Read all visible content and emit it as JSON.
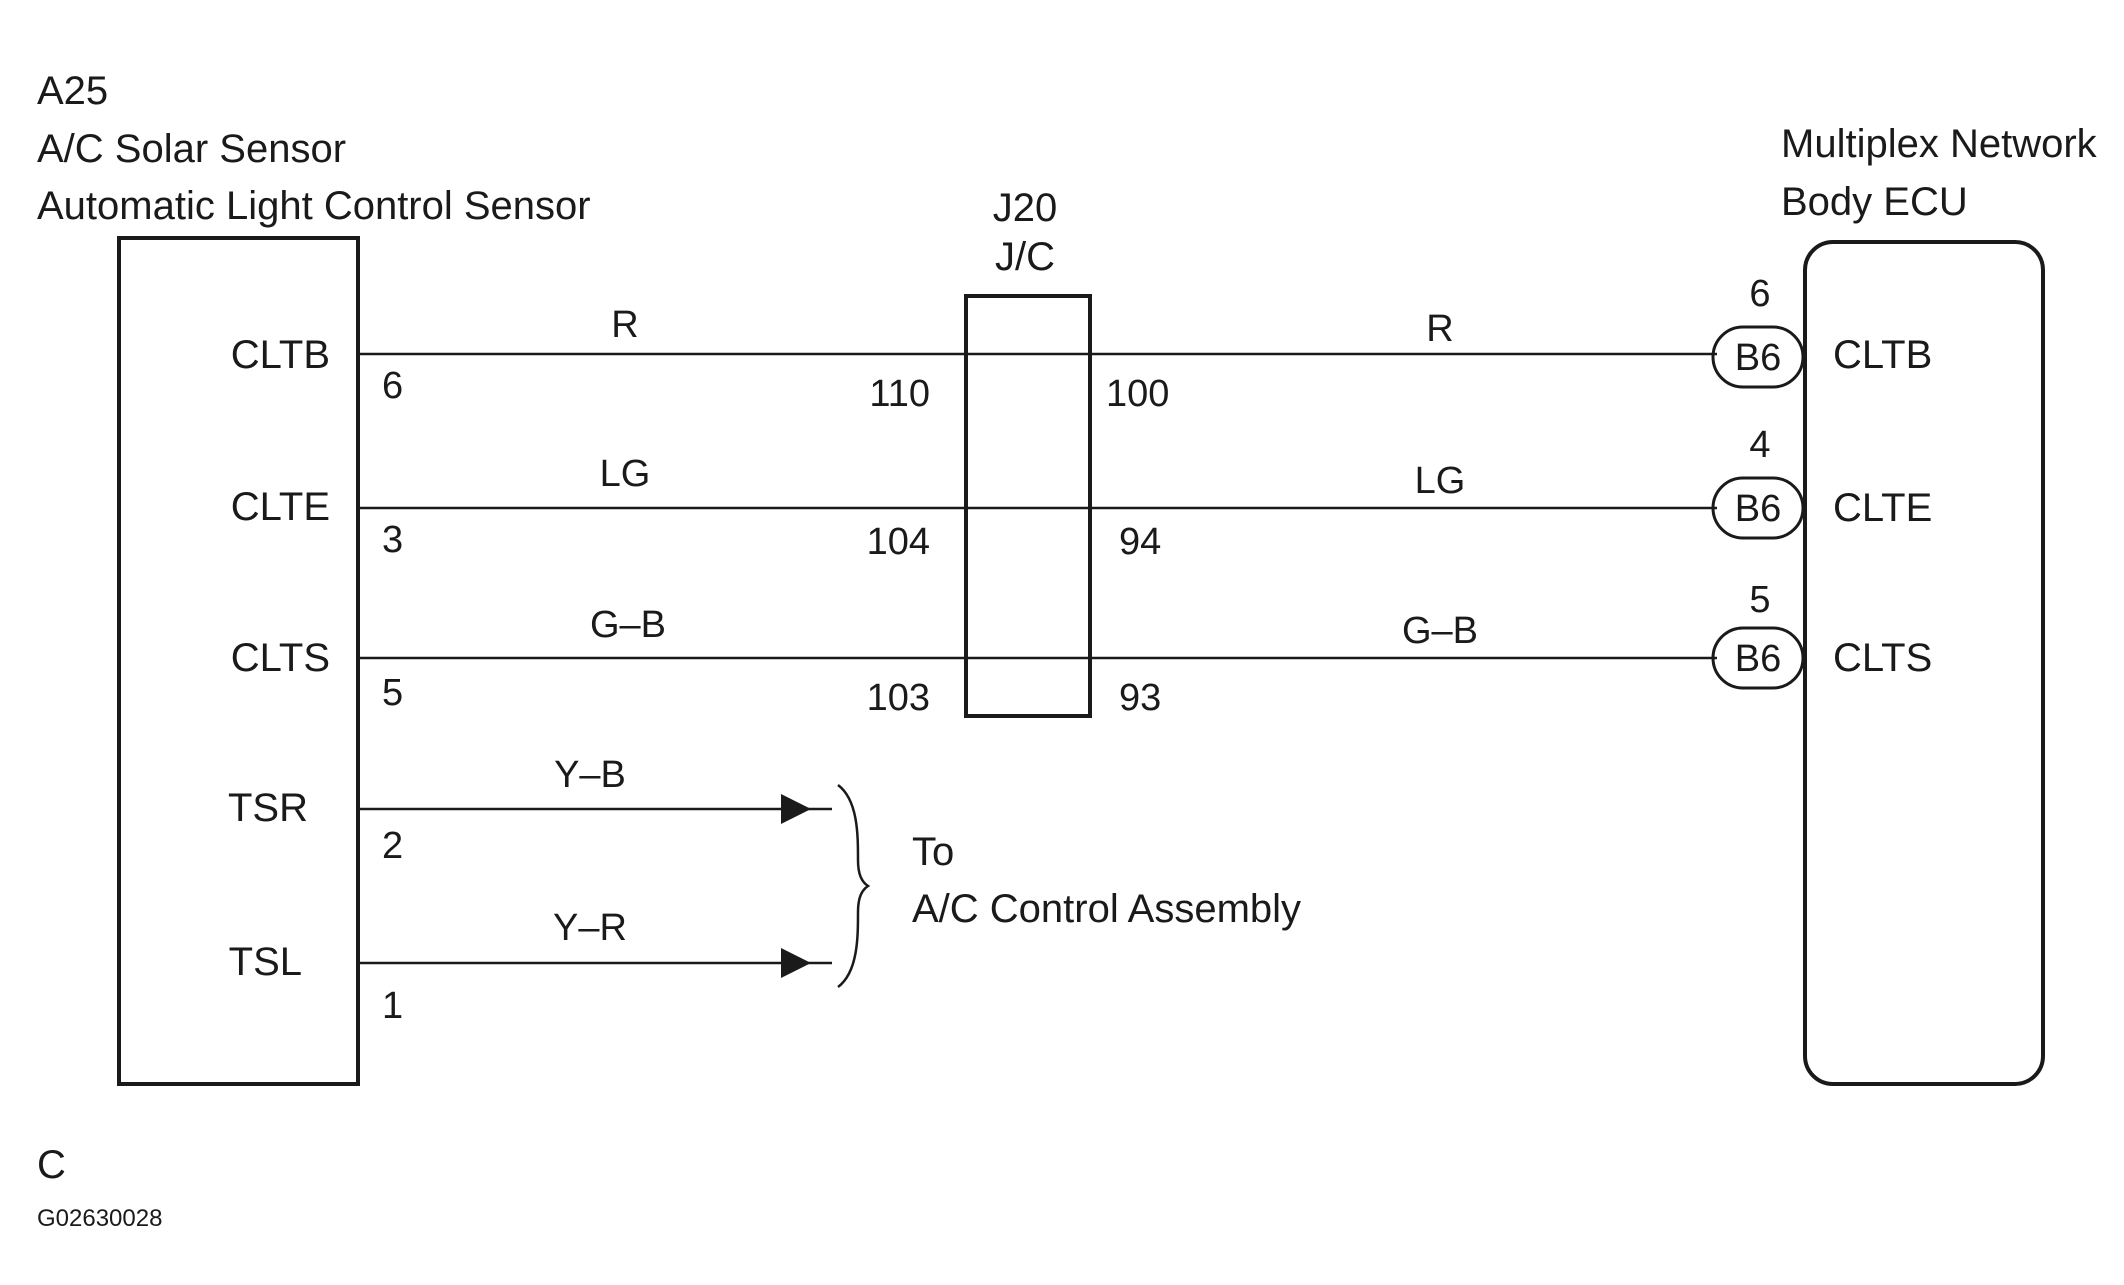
{
  "colors": {
    "ink": "#1a1a1a",
    "background": "#ffffff"
  },
  "sensor": {
    "code": "A25",
    "name_line1": "A/C Solar Sensor",
    "name_line2": "Automatic Light Control Sensor",
    "terminals": [
      {
        "name": "CLTB",
        "pin": "6"
      },
      {
        "name": "CLTE",
        "pin": "3"
      },
      {
        "name": "CLTS",
        "pin": "5"
      },
      {
        "name": "TSR",
        "pin": "2"
      },
      {
        "name": "TSL",
        "pin": "1"
      }
    ]
  },
  "junction": {
    "code": "J20",
    "type": "J/C",
    "left_pins": [
      "110",
      "104",
      "103"
    ],
    "right_pins": [
      "100",
      "94",
      "93"
    ]
  },
  "ecu": {
    "name_line1": "Multiplex Network",
    "name_line2": "Body ECU",
    "terminals": [
      {
        "name": "CLTB",
        "connector": "B6",
        "pin": "6"
      },
      {
        "name": "CLTE",
        "connector": "B6",
        "pin": "4"
      },
      {
        "name": "CLTS",
        "connector": "B6",
        "pin": "5"
      }
    ]
  },
  "wires": [
    {
      "color": "R",
      "color_right": "R"
    },
    {
      "color": "LG",
      "color_right": "LG"
    },
    {
      "color": "G–B",
      "color_right": "G–B"
    },
    {
      "color": "Y–B"
    },
    {
      "color": "Y–R"
    }
  ],
  "destination": {
    "line1": "To",
    "line2": "A/C Control Assembly"
  },
  "footer": {
    "code": "C",
    "figure_id": "G02630028"
  }
}
